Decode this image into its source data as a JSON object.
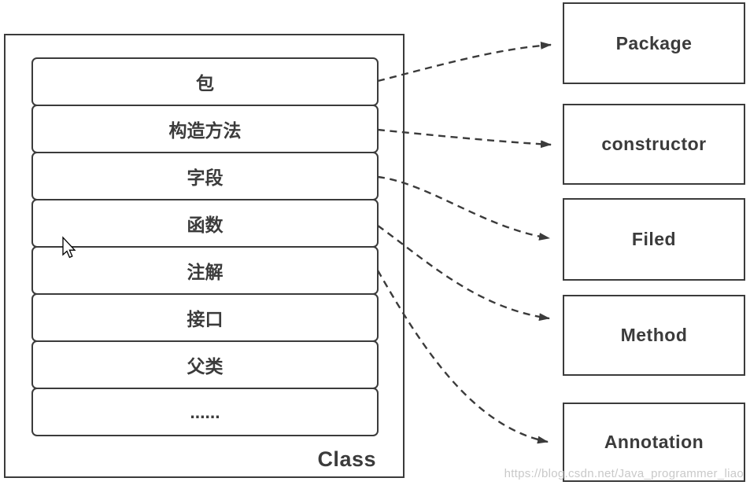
{
  "class_diagram": {
    "class_label": "Class",
    "members": [
      {
        "label": "包"
      },
      {
        "label": "构造方法"
      },
      {
        "label": "字段"
      },
      {
        "label": "函数"
      },
      {
        "label": "注解"
      },
      {
        "label": "接口"
      },
      {
        "label": "父类"
      },
      {
        "label": "......"
      }
    ]
  },
  "targets": [
    {
      "label": "Package"
    },
    {
      "label": "constructor"
    },
    {
      "label": "Filed"
    },
    {
      "label": "Method"
    },
    {
      "label": "Annotation"
    }
  ],
  "connections": [
    {
      "from": "包",
      "to": "Package"
    },
    {
      "from": "构造方法",
      "to": "constructor"
    },
    {
      "from": "字段",
      "to": "Filed"
    },
    {
      "from": "函数",
      "to": "Method"
    },
    {
      "from": "注解",
      "to": "Annotation"
    }
  ],
  "watermark": "https://blog.csdn.net/Java_programmer_liao",
  "colors": {
    "line": "#3b3b3b",
    "text": "#3b3b3b",
    "watermark": "#c9c9c9",
    "background": "#ffffff"
  }
}
